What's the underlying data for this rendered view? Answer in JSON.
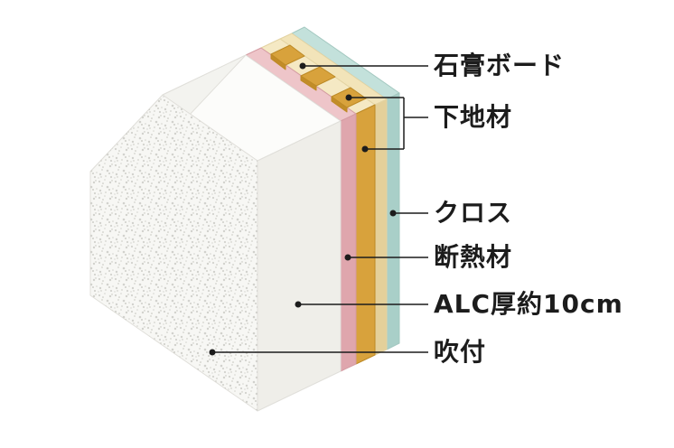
{
  "callouts": [
    {
      "id": "gypsum-board",
      "label": "石膏ボード"
    },
    {
      "id": "base-material",
      "label": "下地材"
    },
    {
      "id": "cloth",
      "label": "クロス"
    },
    {
      "id": "insulation",
      "label": "断熱材"
    },
    {
      "id": "alc-panel",
      "label": "ALC厚約10cm"
    },
    {
      "id": "spray-coating",
      "label": "吹付"
    }
  ],
  "colors": {
    "background": "#ffffff",
    "line": "#1c1c1c",
    "text": "#1c1c1c",
    "alc_front": "#f7f7f4",
    "alc_top": "#fcfcfa",
    "alc_chamfer": "#f3f3ef",
    "alc_side": "#efeee9",
    "speckle": "#d2d2cd",
    "speckle_dark": "#c2c2bb",
    "insulation_top": "#eec5c9",
    "insulation_side": "#dfa6ad",
    "batten": "#d8a23c",
    "batten_dark": "#c28c28",
    "gypsum": "#f2e4b9",
    "gypsum_dark": "#e4d09a",
    "gypsum_gap": "#f5e9c4",
    "cloth_top": "#c3e1db",
    "cloth_side": "#a9cfc8"
  }
}
